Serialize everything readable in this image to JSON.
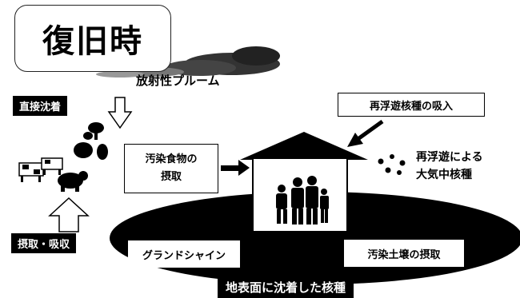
{
  "title": "復旧時",
  "plume_label": "放射性プルーム",
  "direct_deposition": "直接沈着",
  "contaminated_food": [
    "汚染食物の",
    "摂取"
  ],
  "resuspended_inhalation": "再浮遊核種の吸入",
  "resuspension_atmosphere": [
    "再浮遊による",
    "大気中核種"
  ],
  "intake_absorption": "摂取・吸収",
  "groundshine": "グランドシャイン",
  "contaminated_soil": "汚染土壌の摂取",
  "surface_deposited": "地表面に沈着した核種"
}
